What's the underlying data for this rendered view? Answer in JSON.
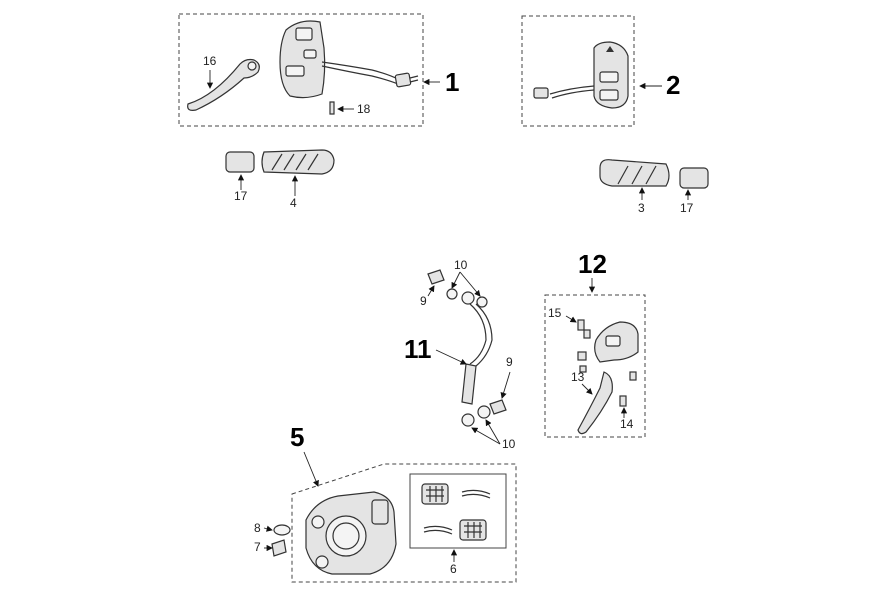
{
  "callouts": {
    "c1": "1",
    "c2": "2",
    "c3": "3",
    "c4": "4",
    "c5": "5",
    "c6": "6",
    "c7": "7",
    "c8": "8",
    "c9a": "9",
    "c9b": "9",
    "c10a": "10",
    "c10b": "10",
    "c11": "11",
    "c12": "12",
    "c13": "13",
    "c14": "14",
    "c15": "15",
    "c16": "16",
    "c17a": "17",
    "c17b": "17",
    "c18": "18"
  },
  "icons": [
    "arrow-icon"
  ]
}
